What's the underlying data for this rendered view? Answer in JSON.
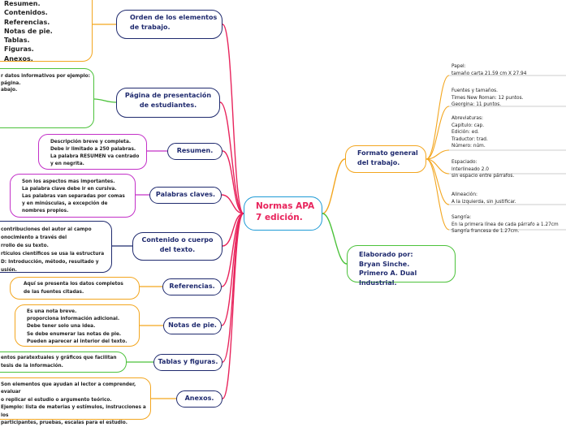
{
  "central": {
    "label": "Normas APA\n7 edición."
  },
  "left_branches": [
    {
      "id": "orden",
      "label": "Orden de los elementos\nde trabajo.",
      "color": "#1f2a6e",
      "note": "Resumen.\nContenidos.\nReferencias.\nNotas de pie.\nTablas.\nFiguras.\nAnexos.",
      "note_color": "#f3a61f"
    },
    {
      "id": "presentacion",
      "label": "Página de presentación\nde estudiantes.",
      "color": "#1f2a6e",
      "note": "r datos informativos por ejemplo:\npágina.\nabajo.",
      "note_color": "#4cc23b"
    },
    {
      "id": "resumen",
      "label": "Resumen.",
      "color": "#1f2a6e",
      "note": "Descripción breve y completa.\n   Debe ir limitado a 250 palabras.\n   La palabra RESUMEN va centrado\n   y en negrita.",
      "note_color": "#c330c8"
    },
    {
      "id": "palabras",
      "label": "Palabras claves.",
      "color": "#1f2a6e",
      "note": "Son los aspectos mas importantes.\nLa palabra clave debe ir en cursiva.\nLas palabras van separadas por comas\ny en minúsculas, a excepción de\nnombres propios.",
      "note_color": "#c330c8"
    },
    {
      "id": "contenido",
      "label": "Contenido o cuerpo\ndel texto.",
      "color": "#1f2a6e",
      "note": "contribuciones del autor al campo\nonocimiento a través del\nrrollo de su texto.\nrtículos científicos se usa la estructura\nD: Introducción, método, resultado y\nusión.",
      "note_color": "#1f2a6e"
    },
    {
      "id": "referencias",
      "label": "Referencias.",
      "color": "#1f2a6e",
      "note": "Aquí se presenta los datos completos\nde las fuentes citadas.",
      "note_color": "#f3a61f"
    },
    {
      "id": "notas",
      "label": "Notas de pie.",
      "color": "#1f2a6e",
      "note": "Es una nota breve.\nproporciona información adicional.\nDebe tener solo una idea.\nSe debe enumerar las notas de pie.\nPueden aparecer al interior del texto.",
      "note_color": "#f3a61f"
    },
    {
      "id": "tablas",
      "label": "Tablas y figuras.",
      "color": "#1f2a6e",
      "note": "entos paratextuales y gráficos que facilitan\ntesis de la información.",
      "note_color": "#4cc23b"
    },
    {
      "id": "anexos",
      "label": "Anexos.",
      "color": "#1f2a6e",
      "note": "Son elementos que ayudan al lector a comprender,\nevaluar\no replicar el estudio o argumento teórico.\nEjemplo: lista de materias y estímulos, instrucciones a los\nparticipantes, pruebas, escalas para el estudio.",
      "note_color": "#f3a61f"
    }
  ],
  "right_branches": {
    "formato": {
      "label": "Formato general\ndel trabajo.",
      "color": "#f3a61f",
      "items": [
        "Papel:\ntamaño carta 21.59 cm X 27.94",
        "Fuentes y tamaños.\nTimes New Roman: 12 puntos.\nGeorgina: 11 puntos.",
        "Abreviaturas:\nCapitulo: cap.\nEdición: ed.\nTraductor: trad.\nNúmero: núm.",
        "Espaciado:\nInterlineado 2.0\nsin espacio entre párrafos.",
        "Alineación:\nA la izquierda, sin justificar.",
        "Sangría:\nEn la primera línea de cada párrafo a 1.27cm\nSangría francesa de 1.27cm."
      ]
    },
    "elaborado": {
      "label": "Elaborado por:\nBryan Sinche.\nPrimero A. Dual Industrial.",
      "color": "#4cc23b"
    }
  },
  "colors": {
    "central_border": "#1f9bd6",
    "central_text": "#e8245c",
    "pink_line": "#e8245c",
    "orange_line": "#f3a61f",
    "green_line": "#4cc23b",
    "navy_line": "#1f2a6e",
    "magenta_line": "#c330c8",
    "grey_line": "#bbbbbb"
  }
}
